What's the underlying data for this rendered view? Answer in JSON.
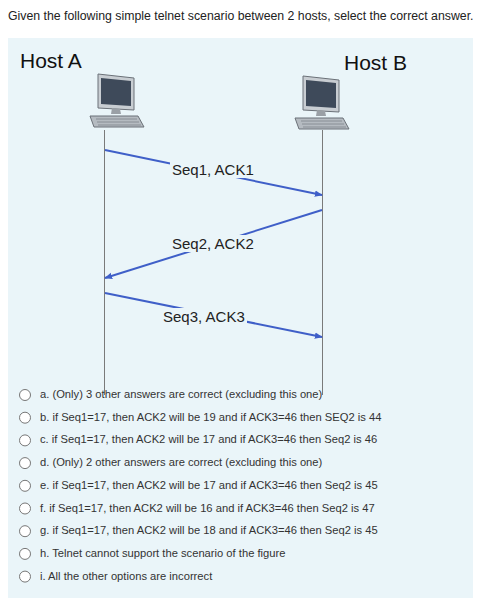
{
  "diagram": {
    "title": "Given the following simple telnet scenario between 2 hosts, select the correct answer.",
    "nodes": [
      {
        "text": [
          "Host A"
        ]
      },
      {
        "text": [
          "Host B"
        ]
      }
    ],
    "edges": [
      {
        "from": 0,
        "to": 1,
        "arrow": "to",
        "label": "Seq1, ACK1"
      },
      {
        "from": 1,
        "to": 0,
        "arrow": "to",
        "label": "Seq2, ACK2"
      },
      {
        "from": 0,
        "to": 1,
        "arrow": "to",
        "label": "Seq3, ACK3"
      }
    ],
    "labels": [
      "a. (Only) 3 other answers are correct (excluding this one)",
      "b. if Seq1=17, then ACK2 will be 19 and if ACK3=46 then SEQ2 is 44",
      "c. if Seq1=17, then ACK2 will be 17 and if ACK3=46 then Seq2 is 46",
      "d. (Only) 2 other answers are correct (excluding this one)",
      "e. if Seq1=17, then ACK2 will be 17 and if ACK3=46 then Seq2 is 45",
      "f. if Seq1=17, then ACK2 will be 16 and if ACK3=46 then Seq2 is 47",
      "g. if Seq1=17, then ACK2 will be 18 and if ACK3=46 then Seq2 is 45",
      "h. Telnet cannot support the scenario of the figure",
      "i. All the other options are incorrect"
    ]
  }
}
